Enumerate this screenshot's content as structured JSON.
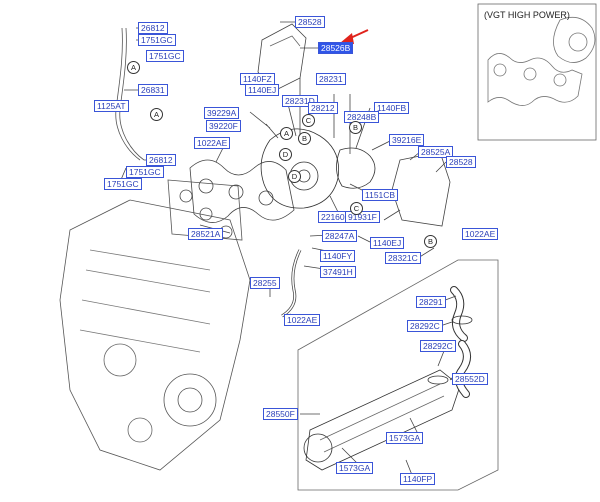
{
  "diagram": {
    "inset_title": "(VGT HIGH POWER)",
    "labels": [
      "26812",
      "1751GC",
      "1751GC",
      "26831",
      "1125AT",
      "26812",
      "1751GC",
      "1751GC",
      "28528",
      "28526B",
      "1140FZ",
      "1140EJ",
      "28231",
      "28231D",
      "28212",
      "1140FB",
      "39229A",
      "39220F",
      "28248B",
      "39216E",
      "1022AE",
      "28525A",
      "28528",
      "1151CB",
      "22160",
      "91931F",
      "28521A",
      "28247A",
      "1140EJ",
      "1140FY",
      "28321C",
      "1022AE",
      "37491H",
      "28255",
      "1022AE",
      "28291",
      "28292C",
      "28292C",
      "28552D",
      "28550F",
      "1573GA",
      "1573GA",
      "1140FP"
    ],
    "callouts": [
      "A",
      "A",
      "B",
      "C",
      "D",
      "A",
      "B",
      "D",
      "C",
      "B"
    ]
  }
}
